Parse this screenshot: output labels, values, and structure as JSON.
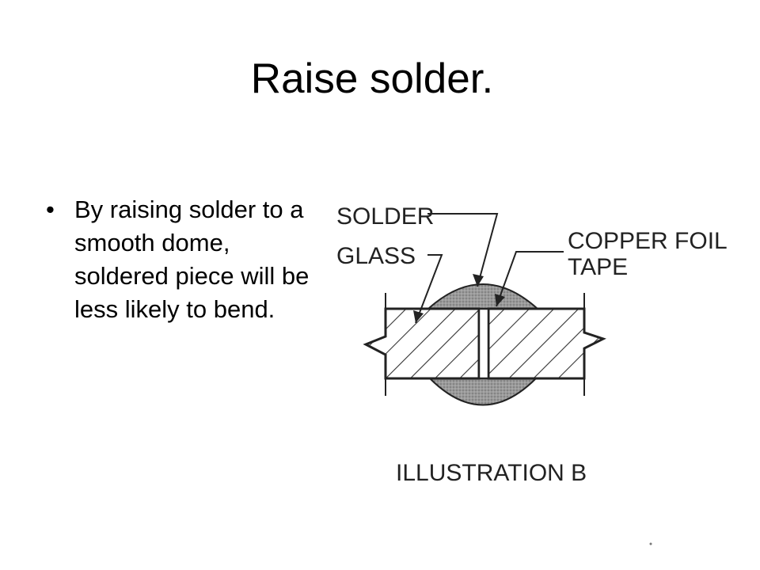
{
  "slide": {
    "title": "Raise solder.",
    "bullets": [
      {
        "text": "By raising solder to a smooth dome, soldered piece will be less likely to bend."
      }
    ]
  },
  "diagram": {
    "labels": {
      "solder": "SOLDER",
      "glass": "GLASS",
      "copper_foil": "COPPER FOIL",
      "tape": "TAPE",
      "caption": "ILLUSTRATION B"
    }
  }
}
